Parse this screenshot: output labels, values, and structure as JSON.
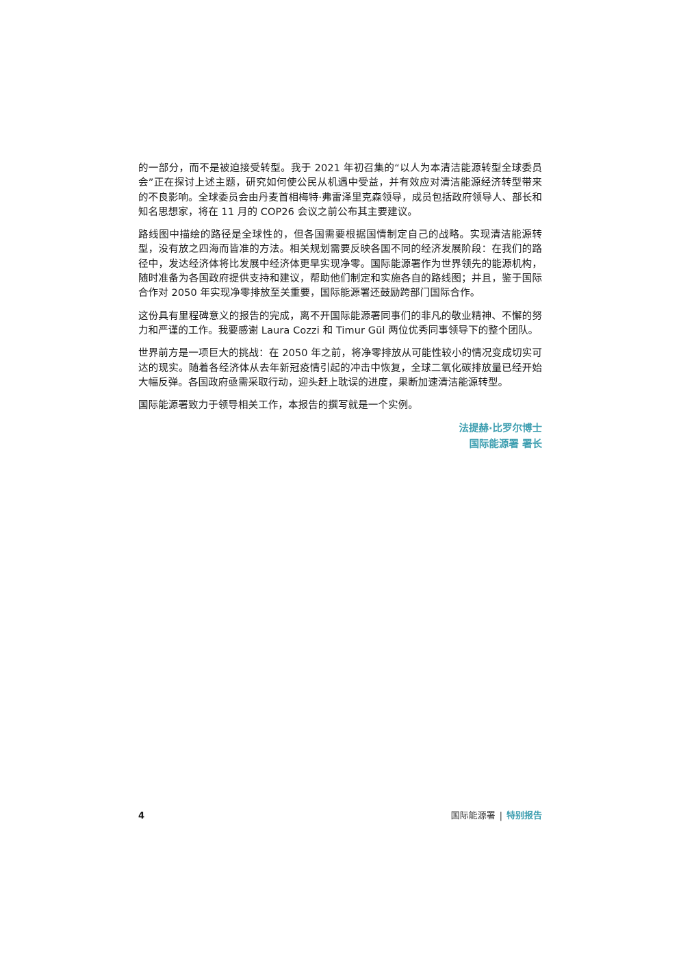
{
  "paragraphs": [
    "的一部分，而不是被迫接受转型。我于 2021 年初召集的“以人为本清洁能源转型全球委员会”正在探讨上述主题，研究如何使公民从机遇中受益，并有效应对清洁能源经济转型带来的不良影响。全球委员会由丹麦首相梅特·弗雷泽里克森领导，成员包括政府领导人、部长和知名思想家，将在 11 月的 COP26 会议之前公布其主要建议。",
    "路线图中描绘的路径是全球性的，但各国需要根据国情制定自己的战略。实现清洁能源转型，没有放之四海而皆准的方法。相关规划需要反映各国不同的经济发展阶段：在我们的路径中，发达经济体将比发展中经济体更早实现净零。国际能源署作为世界领先的能源机构，随时准备为各国政府提供支持和建议，帮助他们制定和实施各自的路线图；并且，鉴于国际合作对 2050 年实现净零排放至关重要，国际能源署还鼓励跨部门国际合作。",
    "这份具有里程碑意义的报告的完成，离不开国际能源署同事们的非凡的敬业精神、不懈的努力和严谨的工作。我要感谢 Laura Cozzi 和 Timur Gül 两位优秀同事领导下的整个团队。",
    "世界前方是一项巨大的挑战：在 2050 年之前，将净零排放从可能性较小的情况变成切实可达的现实。随着各经济体从去年新冠疫情引起的冲击中恢复，全球二氧化碳排放量已经开始大幅反弹。各国政府亟需采取行动，迎头赶上耽误的进度，果断加速清洁能源转型。",
    "国际能源署致力于领导相关工作，本报告的撰写就是一个实例。"
  ],
  "signature": {
    "name": "法提赫·比罗尔博士",
    "title": "国际能源署 署长"
  },
  "footer": {
    "page_number": "4",
    "org": "国际能源署",
    "separator": "|",
    "report_type": "特别报告"
  },
  "colors": {
    "accent": "#3d9eb0",
    "text": "#1a1a1a"
  }
}
